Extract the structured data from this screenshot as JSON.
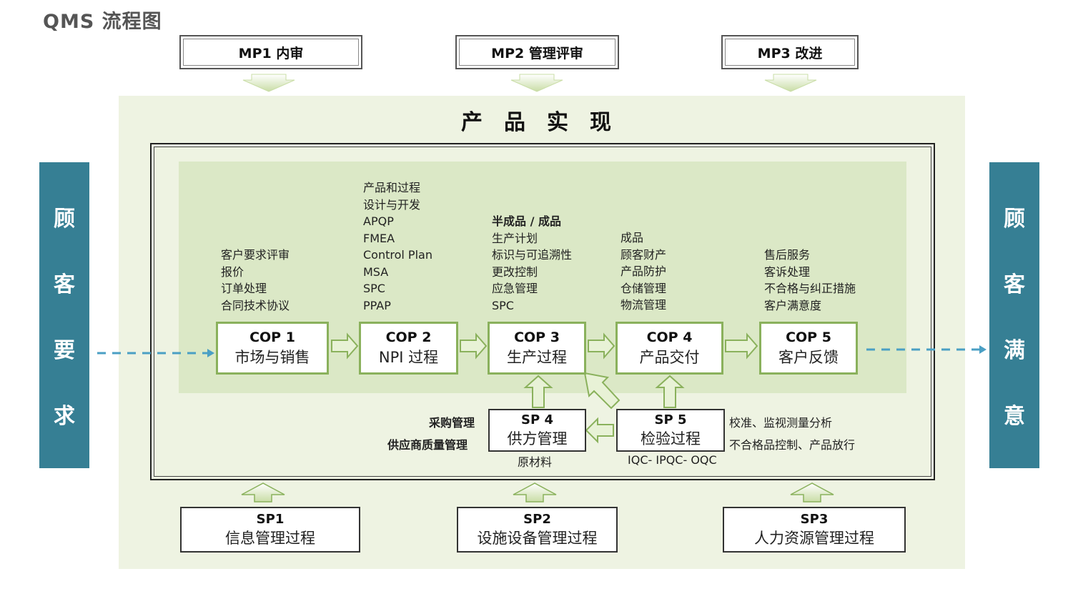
{
  "page_title": "QMS 流程图",
  "management_processes": [
    {
      "label": "MP1  内审"
    },
    {
      "label": "MP2  管理评审"
    },
    {
      "label": "MP3  改进"
    }
  ],
  "realization_title": "产品实现",
  "customer_requirement": [
    "顾",
    "客",
    "要",
    "求"
  ],
  "customer_satisfaction": [
    "顾",
    "客",
    "满",
    "意"
  ],
  "core_processes": [
    {
      "code": "COP 1",
      "name": "市场与销售",
      "items": [
        "客户要求评审",
        "报价",
        "订单处理",
        "合同技术协议"
      ]
    },
    {
      "code": "COP 2",
      "name": "NPI 过程",
      "items": [
        "产品和过程",
        "设计与开发",
        "APQP",
        "FMEA",
        "Control Plan",
        "MSA",
        "SPC",
        "PPAP"
      ]
    },
    {
      "code": "COP 3",
      "name": "生产过程",
      "items": [
        "半成品 / 成品",
        "生产计划",
        "标识与可追溯性",
        "更改控制",
        "应急管理",
        "SPC"
      ]
    },
    {
      "code": "COP 4",
      "name": "产品交付",
      "items": [
        "成品",
        "顾客财产",
        "产品防护",
        "仓储管理",
        "物流管理"
      ]
    },
    {
      "code": "COP 5",
      "name": "客户反馈",
      "items": [
        "售后服务",
        "客诉处理",
        "不合格与纠正措施",
        "客户满意度"
      ]
    }
  ],
  "sp4": {
    "code": "SP 4",
    "name": "供方管理",
    "below": "原材料",
    "left_notes": [
      "采购管理",
      "供应商质量管理"
    ]
  },
  "sp5": {
    "code": "SP 5",
    "name": "检验过程",
    "below": "IQC- IPQC- OQC",
    "right_notes": [
      "校准、监视测量分析",
      "不合格品控制、产品放行"
    ]
  },
  "support_processes": [
    {
      "code": "SP1",
      "name": "信息管理过程"
    },
    {
      "code": "SP2",
      "name": "设施设备管理过程"
    },
    {
      "code": "SP3",
      "name": "人力资源管理过程"
    }
  ],
  "colors": {
    "side_bar": "#367f94",
    "arrow_fill": "#e8f2d6",
    "arrow_stroke": "#8ab15c",
    "dashed_line": "#4a9fc4",
    "green_area": "#eef3e2",
    "inner_green": "#dbe8c6"
  }
}
